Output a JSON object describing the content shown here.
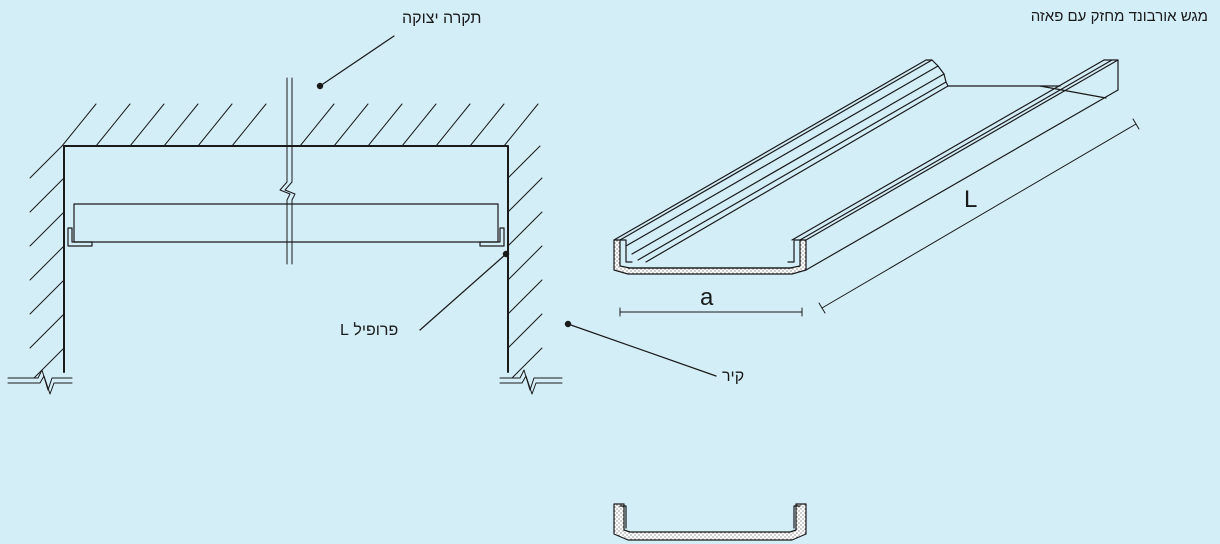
{
  "title": "מגש אורבונד מחזק עם פאזה",
  "labels": {
    "ceiling": "תקרה יצוקה",
    "l_profile": "פרופיל L",
    "wall": "קיר"
  },
  "dimensions": {
    "width": "a",
    "length": "L"
  },
  "colors": {
    "background": "#d4eef8",
    "line": "#1a1a1a",
    "fill_insulation": "#ffffff"
  }
}
